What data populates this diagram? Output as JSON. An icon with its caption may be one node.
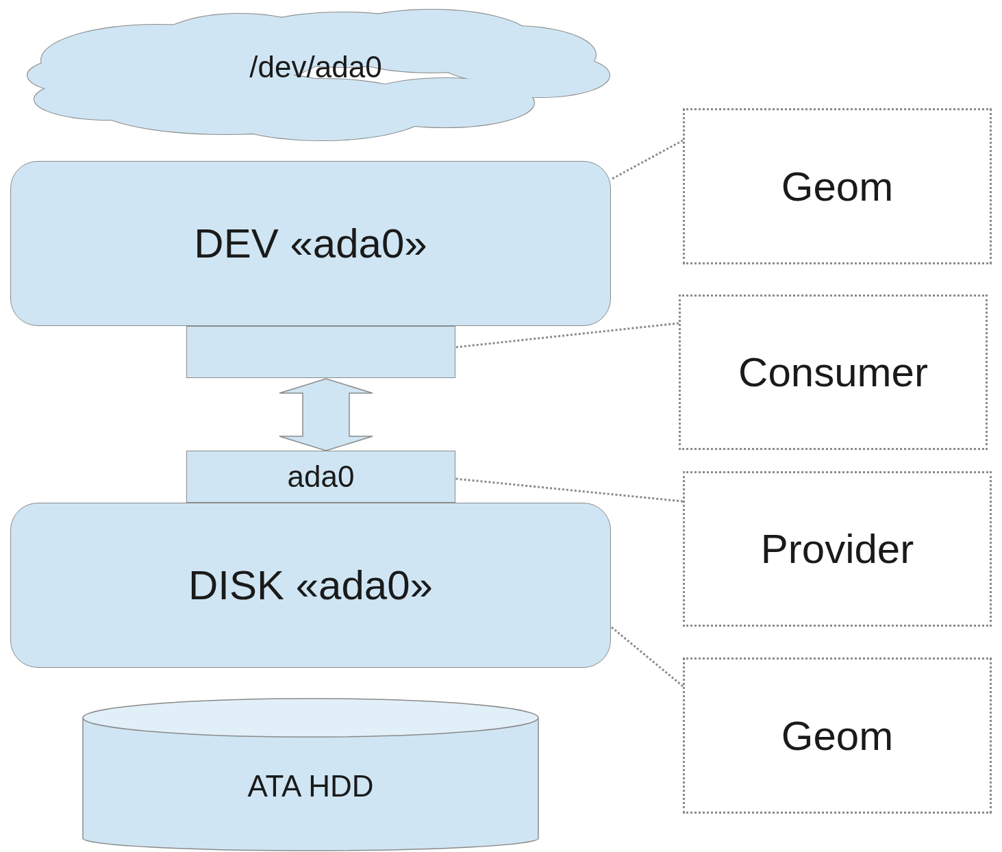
{
  "diagram": {
    "nodes": [
      {
        "text": [
          "/dev/ada0"
        ]
      },
      {
        "text": [
          "DEV «ada0»"
        ]
      },
      {
        "text": [],
        "shape": "box"
      },
      {
        "text": [
          "ada0"
        ]
      },
      {
        "text": [
          "DISK «ada0»"
        ]
      },
      {
        "text": [
          "ATA HDD"
        ]
      },
      {
        "text": [
          "Geom"
        ]
      },
      {
        "text": [
          "Consumer"
        ]
      },
      {
        "text": [
          "Provider"
        ]
      },
      {
        "text": [
          "Geom"
        ]
      }
    ],
    "edges": [
      {
        "from": 2,
        "to": 3,
        "arrow": "both"
      },
      {
        "from": 6,
        "to": 1,
        "arrow": "none",
        "style": "dashed"
      },
      {
        "from": 7,
        "to": 2,
        "arrow": "none",
        "style": "dashed"
      },
      {
        "from": 8,
        "to": 3,
        "arrow": "none",
        "style": "dashed"
      },
      {
        "from": 9,
        "to": 4,
        "arrow": "none",
        "style": "dashed"
      }
    ]
  }
}
